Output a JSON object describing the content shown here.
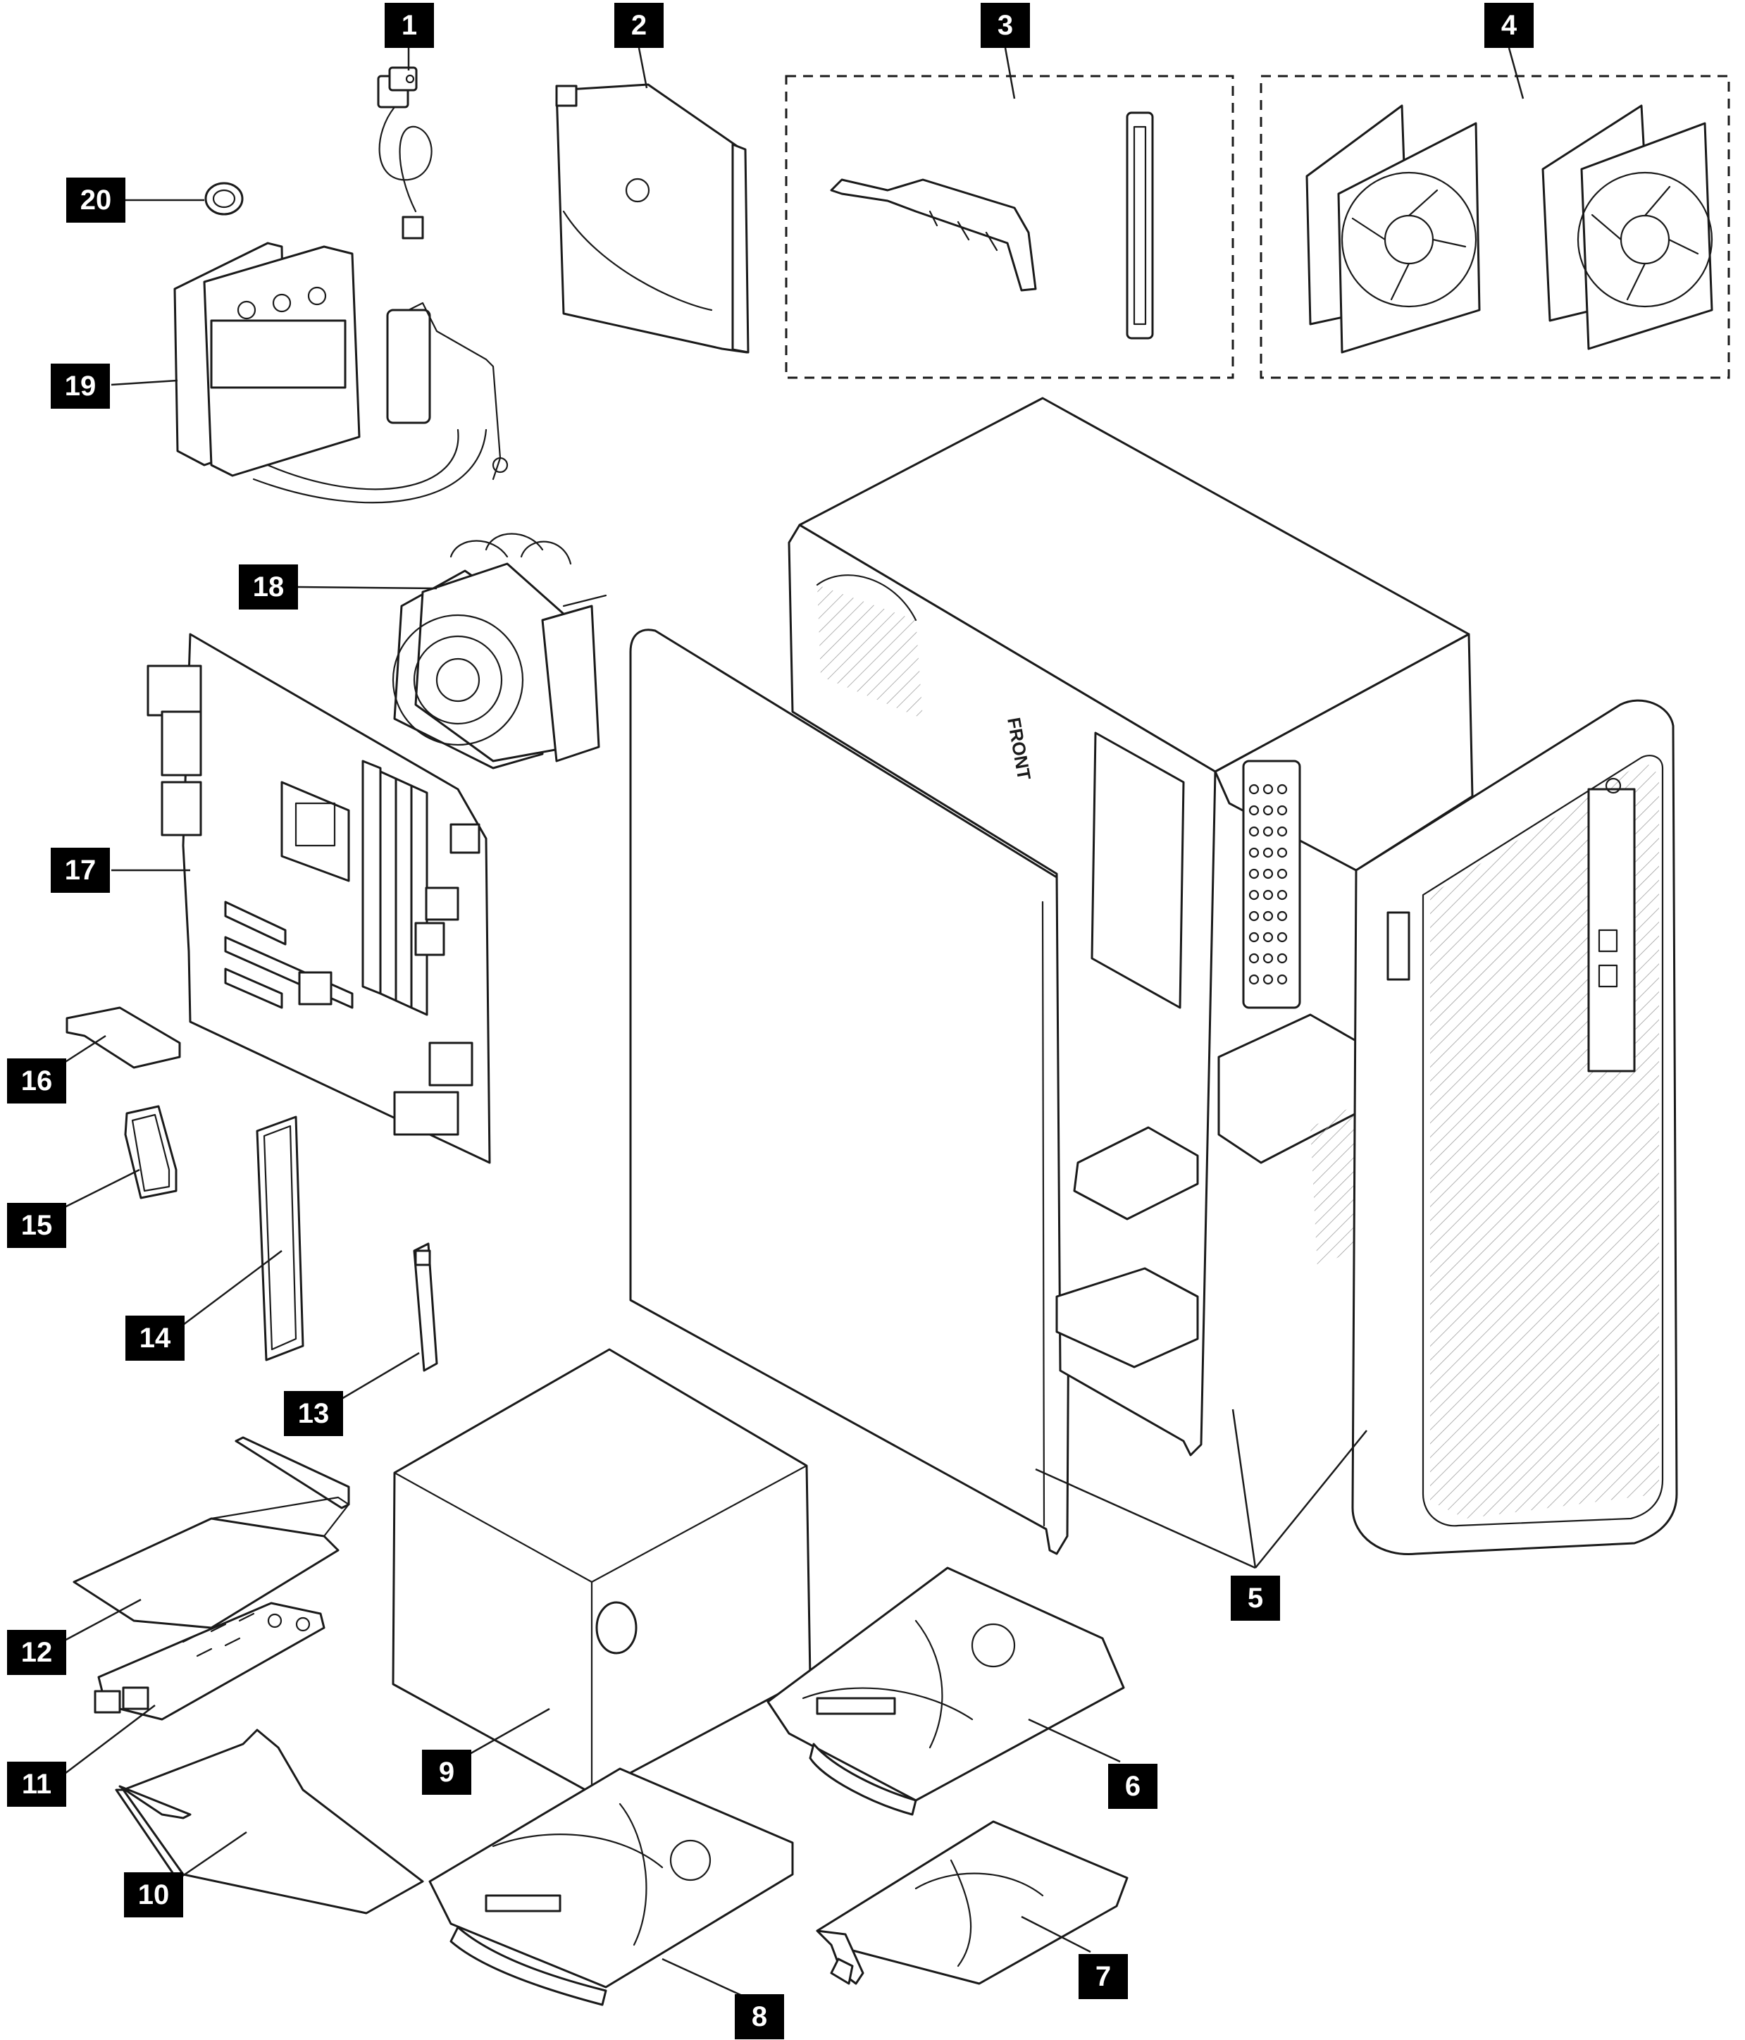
{
  "callouts": [
    {
      "id": "c1",
      "label": "1"
    },
    {
      "id": "c2",
      "label": "2"
    },
    {
      "id": "c3",
      "label": "3"
    },
    {
      "id": "c4",
      "label": "4"
    },
    {
      "id": "c5",
      "label": "5"
    },
    {
      "id": "c6",
      "label": "6"
    },
    {
      "id": "c7",
      "label": "7"
    },
    {
      "id": "c8",
      "label": "8"
    },
    {
      "id": "c9",
      "label": "9"
    },
    {
      "id": "c10",
      "label": "10"
    },
    {
      "id": "c11",
      "label": "11"
    },
    {
      "id": "c12",
      "label": "12"
    },
    {
      "id": "c13",
      "label": "13"
    },
    {
      "id": "c14",
      "label": "14"
    },
    {
      "id": "c15",
      "label": "15"
    },
    {
      "id": "c16",
      "label": "16"
    },
    {
      "id": "c17",
      "label": "17"
    },
    {
      "id": "c18",
      "label": "18"
    },
    {
      "id": "c19",
      "label": "19"
    },
    {
      "id": "c20",
      "label": "20"
    }
  ],
  "chassis_label": "FRONT"
}
